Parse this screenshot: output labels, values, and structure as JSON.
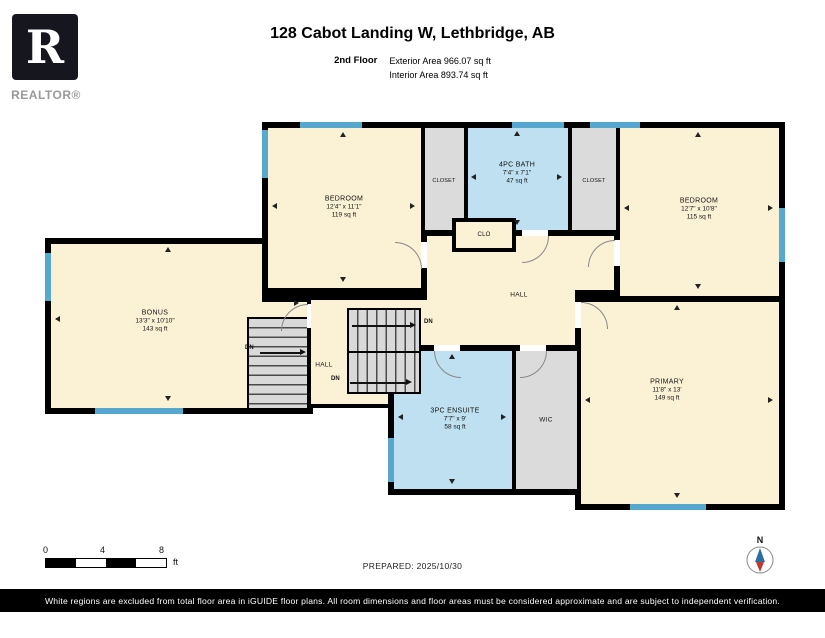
{
  "header": {
    "logo_letter": "R",
    "logo_caption": "REALTOR®",
    "title": "128 Cabot Landing W, Lethbridge, AB",
    "floor_label": "2nd Floor",
    "exterior_area": "Exterior Area 966.07 sq ft",
    "interior_area": "Interior Area 893.74 sq ft"
  },
  "rooms": {
    "bonus": {
      "name": "BONUS",
      "dims": "13'3\" x 10'10\"",
      "area": "143 sq ft"
    },
    "bedroom_left": {
      "name": "BEDROOM",
      "dims": "12'4\" x 11'1\"",
      "area": "119 sq ft"
    },
    "closet_left": {
      "name": "CLOSET"
    },
    "bath": {
      "name": "4PC BATH",
      "dims": "7'4\" x 7'1\"",
      "area": "47 sq ft"
    },
    "closet_right": {
      "name": "CLOSET"
    },
    "bedroom_right": {
      "name": "BEDROOM",
      "dims": "12'7\" x 10'8\"",
      "area": "115 sq ft"
    },
    "clo": {
      "name": "CLO"
    },
    "hall_upper": {
      "name": "HALL"
    },
    "hall_lower": {
      "name": "HALL"
    },
    "ensuite": {
      "name": "3PC ENSUITE",
      "dims": "7'7\" x 9'",
      "area": "58 sq ft"
    },
    "wic": {
      "name": "WIC"
    },
    "primary": {
      "name": "PRIMARY",
      "dims": "11'8\" x 13'",
      "area": "149 sq ft"
    }
  },
  "stairs": {
    "dn1": "DN",
    "dn2": "DN",
    "dn3": "DN"
  },
  "scalebar": {
    "tick0": "0",
    "tick4": "4",
    "tick8": "8",
    "unit": "ft"
  },
  "footer": {
    "prepared": "PREPARED: 2025/10/30",
    "compass_label": "N",
    "disclaimer": "White regions are excluded from total floor area in iGUIDE floor plans. All room dimensions and floor areas must be considered approximate and are subject to independent verification."
  },
  "colors": {
    "wall": "#000000",
    "room_cream": "#FBF2D6",
    "room_blue": "#BEE0F1",
    "room_grey": "#DBDBDB",
    "window_blue": "#57A8CF"
  }
}
